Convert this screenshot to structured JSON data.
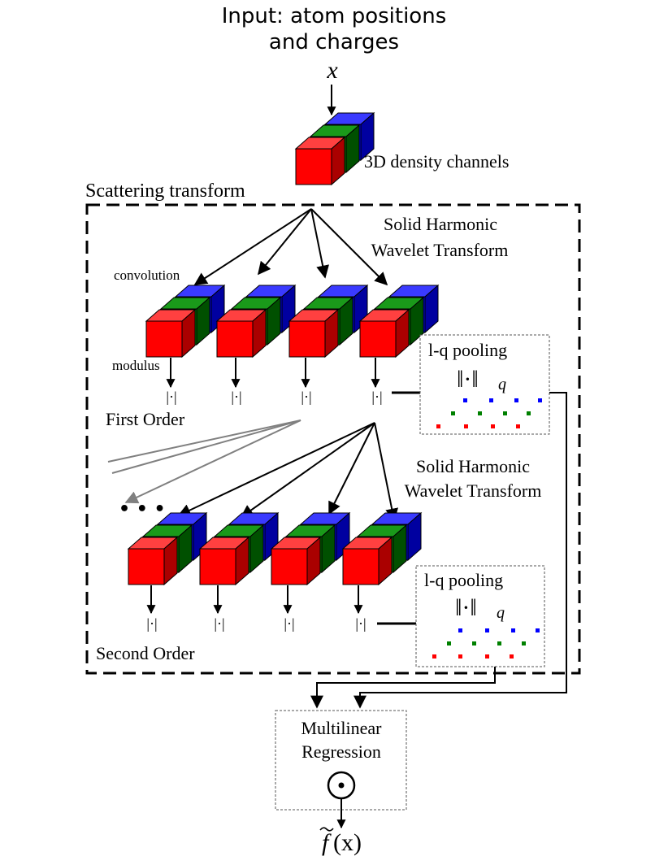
{
  "input": {
    "title_line1": "Input: atom positions",
    "title_line2": "and charges",
    "variable": "x"
  },
  "density": {
    "label": "3D density channels"
  },
  "scattering": {
    "label": "Scattering transform"
  },
  "first_order": {
    "transform_line1": "Solid Harmonic",
    "transform_line2": "Wavelet Transform",
    "convolution_label": "convolution",
    "modulus_label": "modulus",
    "abs_symbol": "|·|",
    "order_label": "First Order"
  },
  "second_order": {
    "transform_line1": "Solid Harmonic",
    "transform_line2": "Wavelet Transform",
    "ellipsis": "• • •",
    "abs_symbol": "|·|",
    "order_label": "Second Order"
  },
  "pooling": {
    "label": "l-q pooling",
    "norm": "‖·‖",
    "subscript": "q"
  },
  "regression": {
    "line1": "Multilinear",
    "line2": "Regression",
    "operator": "⊙"
  },
  "output": {
    "function": "f",
    "argument": "(x)"
  },
  "colors": {
    "red": "#ff0000",
    "green": "#008000",
    "blue": "#0000ff",
    "black": "#000000",
    "gray": "#808080"
  }
}
